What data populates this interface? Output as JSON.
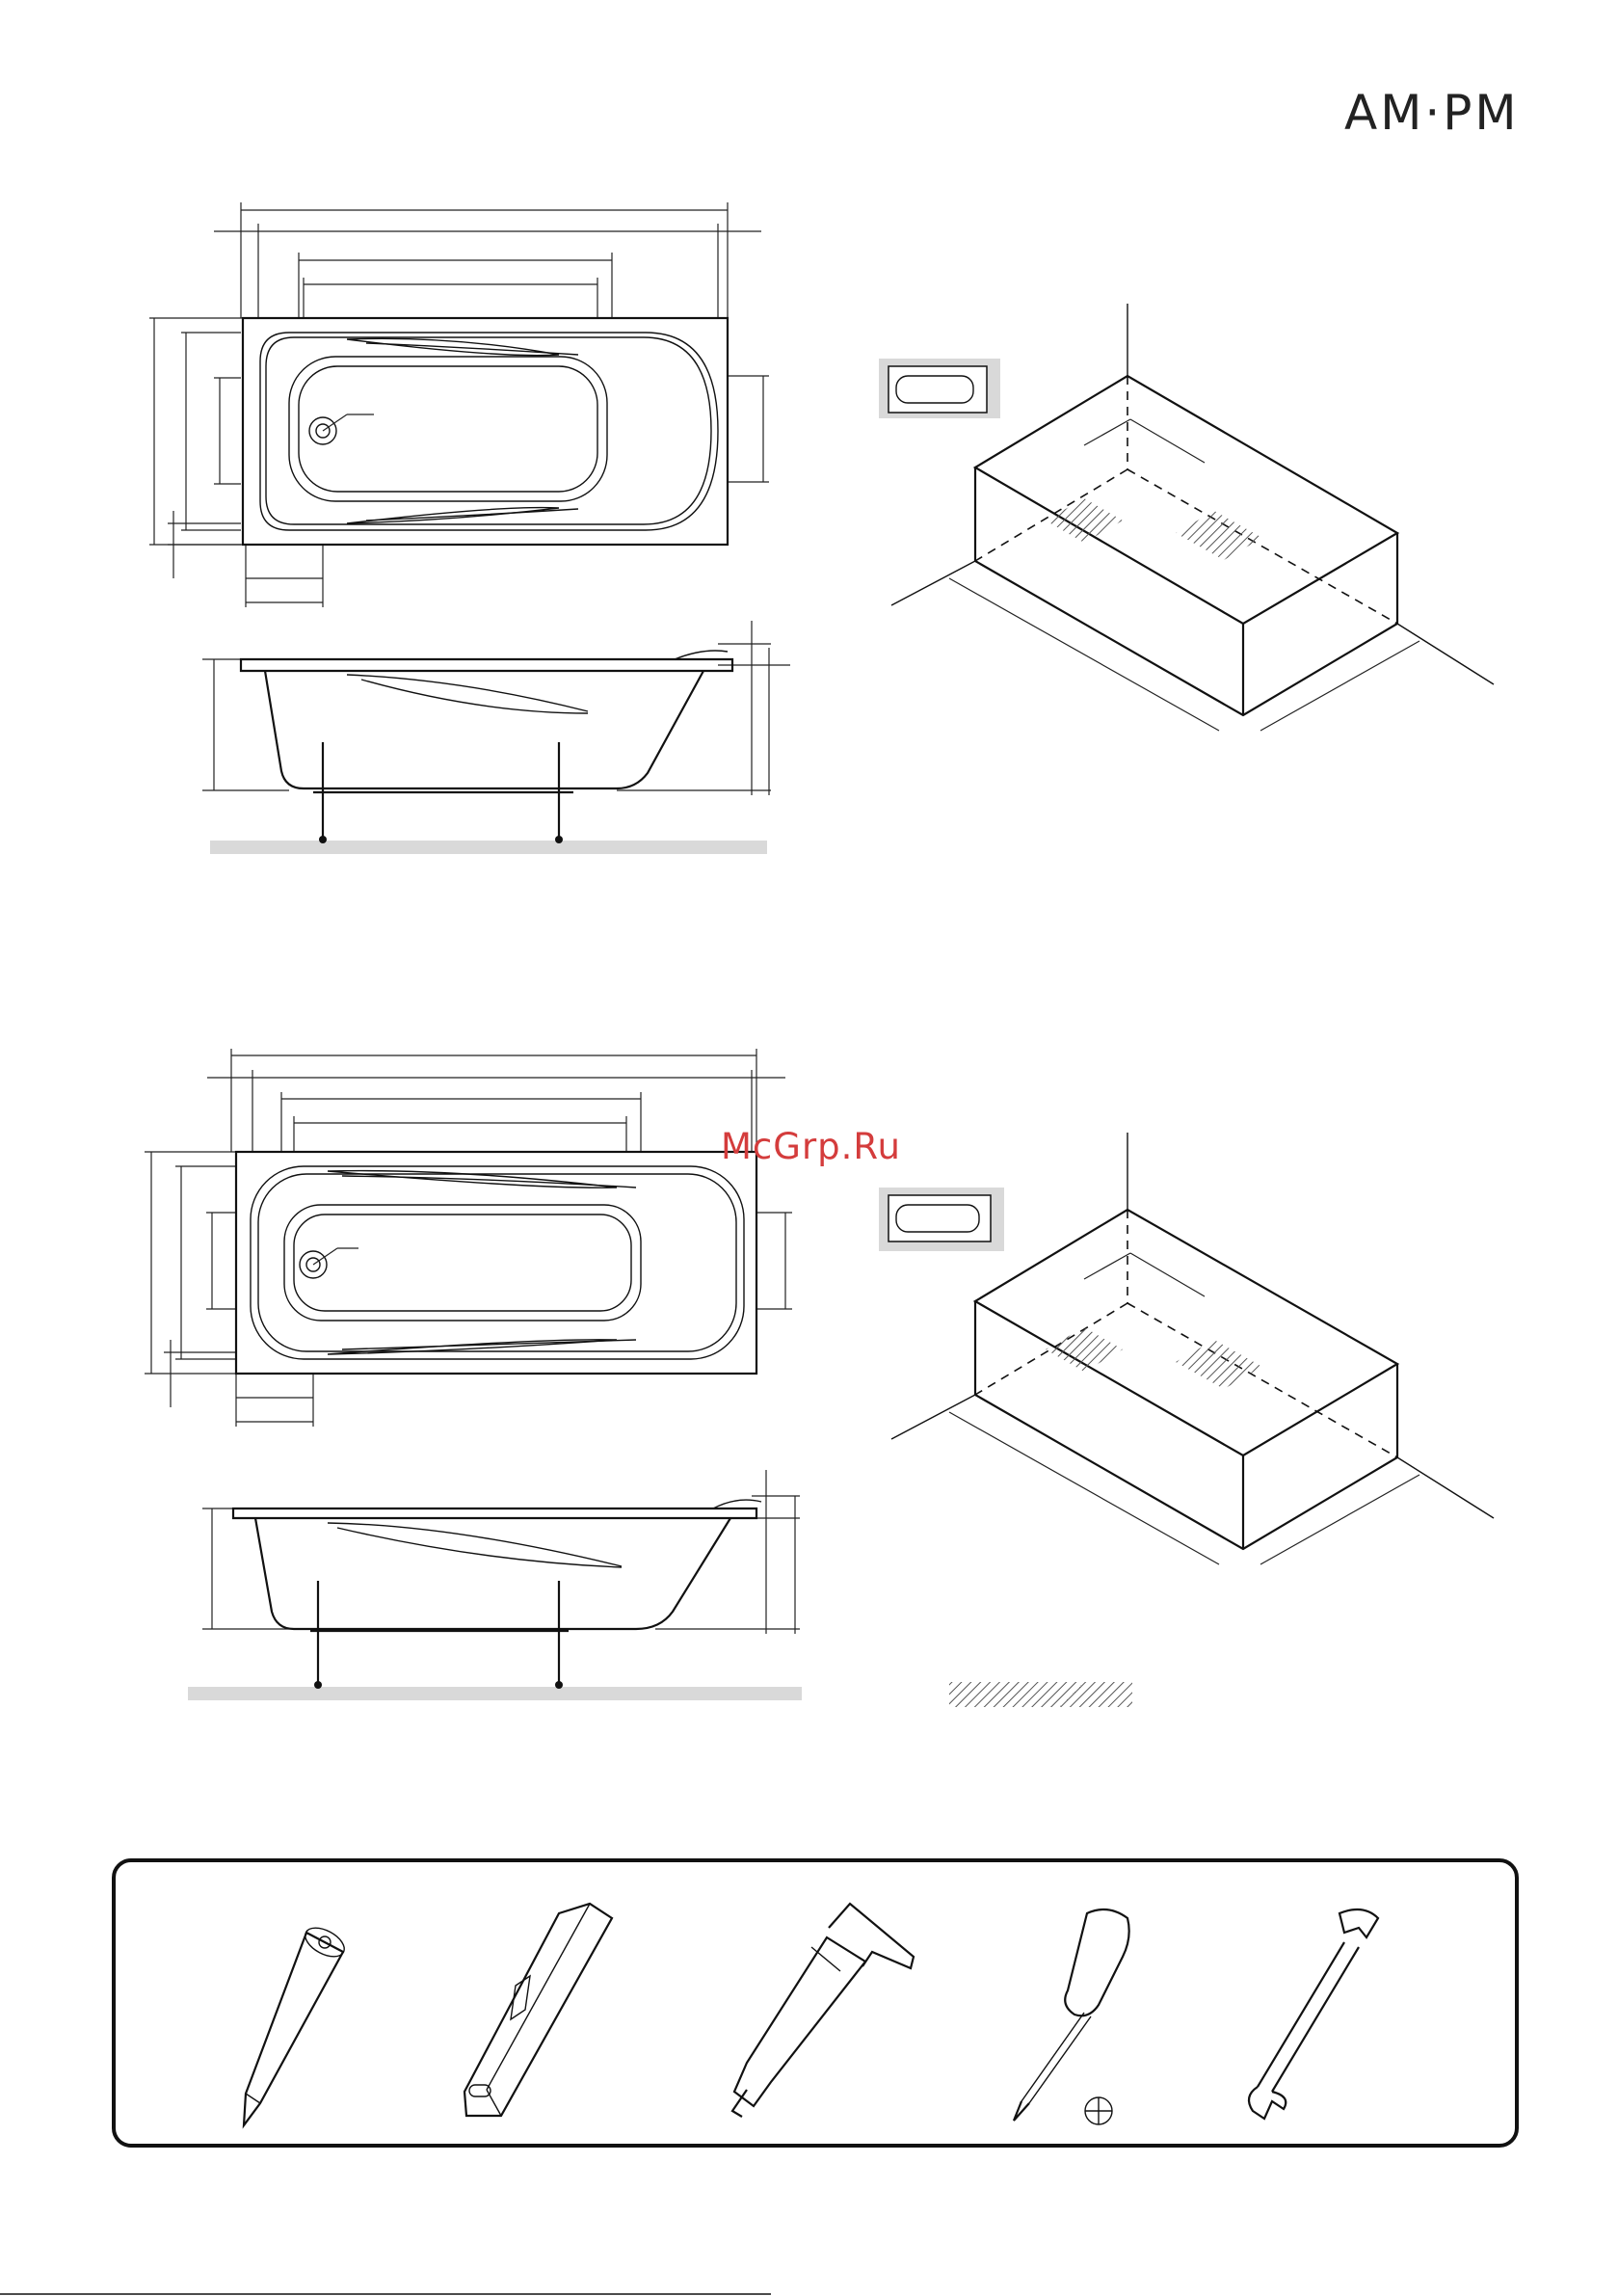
{
  "header": {
    "brand_logo": "AM·PM"
  },
  "watermark": {
    "text": "McGrp.Ru"
  },
  "drawings": {
    "bathtub_1": {
      "views": [
        "top",
        "side"
      ]
    },
    "bathtub_2": {
      "views": [
        "top",
        "side"
      ]
    },
    "installation_1": {
      "view": "isometric"
    },
    "installation_2": {
      "view": "isometric"
    },
    "hatch_legend": {
      "pattern": "hatch"
    }
  },
  "tools_panel": {
    "tools": [
      {
        "icon": "pencil-icon"
      },
      {
        "icon": "spirit-level-icon"
      },
      {
        "icon": "sealant-gun-icon"
      },
      {
        "icon": "screwdriver-icon"
      },
      {
        "icon": "wrench-icon"
      }
    ]
  },
  "colors": {
    "line": "#111111",
    "floor": "#d9d9d9",
    "watermark": "#d43c3c"
  }
}
